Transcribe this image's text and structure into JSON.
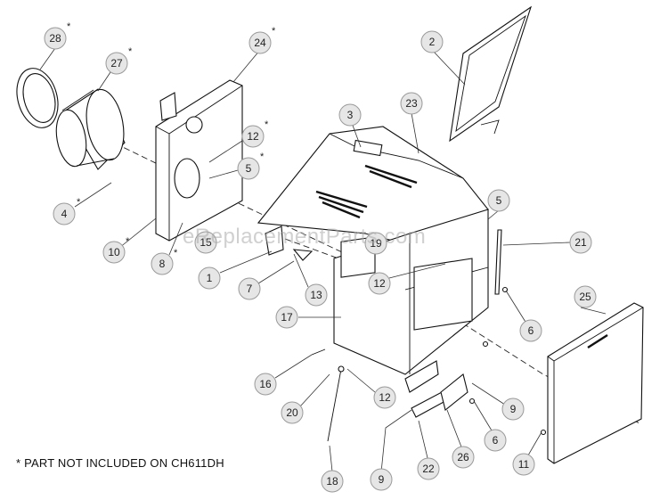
{
  "watermark": "eReplacementParts.com",
  "footnote": "* PART NOT INCLUDED ON CH611DH",
  "callouts": [
    {
      "label": "28",
      "star": true
    },
    {
      "label": "27",
      "star": true
    },
    {
      "label": "24",
      "star": true
    },
    {
      "label": "2",
      "star": false
    },
    {
      "label": "23",
      "star": false
    },
    {
      "label": "3",
      "star": false
    },
    {
      "label": "12",
      "star": true
    },
    {
      "label": "5",
      "star": true
    },
    {
      "label": "4",
      "star": true
    },
    {
      "label": "10",
      "star": true
    },
    {
      "label": "8",
      "star": true
    },
    {
      "label": "15",
      "star": false
    },
    {
      "label": "19",
      "star": false
    },
    {
      "label": "5",
      "star": false
    },
    {
      "label": "21",
      "star": false
    },
    {
      "label": "1",
      "star": false
    },
    {
      "label": "7",
      "star": false
    },
    {
      "label": "13",
      "star": false
    },
    {
      "label": "12",
      "star": false
    },
    {
      "label": "25",
      "star": false
    },
    {
      "label": "17",
      "star": false
    },
    {
      "label": "6",
      "star": false
    },
    {
      "label": "16",
      "star": false
    },
    {
      "label": "12",
      "star": false
    },
    {
      "label": "20",
      "star": false
    },
    {
      "label": "9",
      "star": false
    },
    {
      "label": "6",
      "star": false
    },
    {
      "label": "11",
      "star": false
    },
    {
      "label": "9",
      "star": false
    },
    {
      "label": "22",
      "star": false
    },
    {
      "label": "26",
      "star": false
    },
    {
      "label": "18",
      "star": false
    }
  ],
  "star_symbol": "*"
}
